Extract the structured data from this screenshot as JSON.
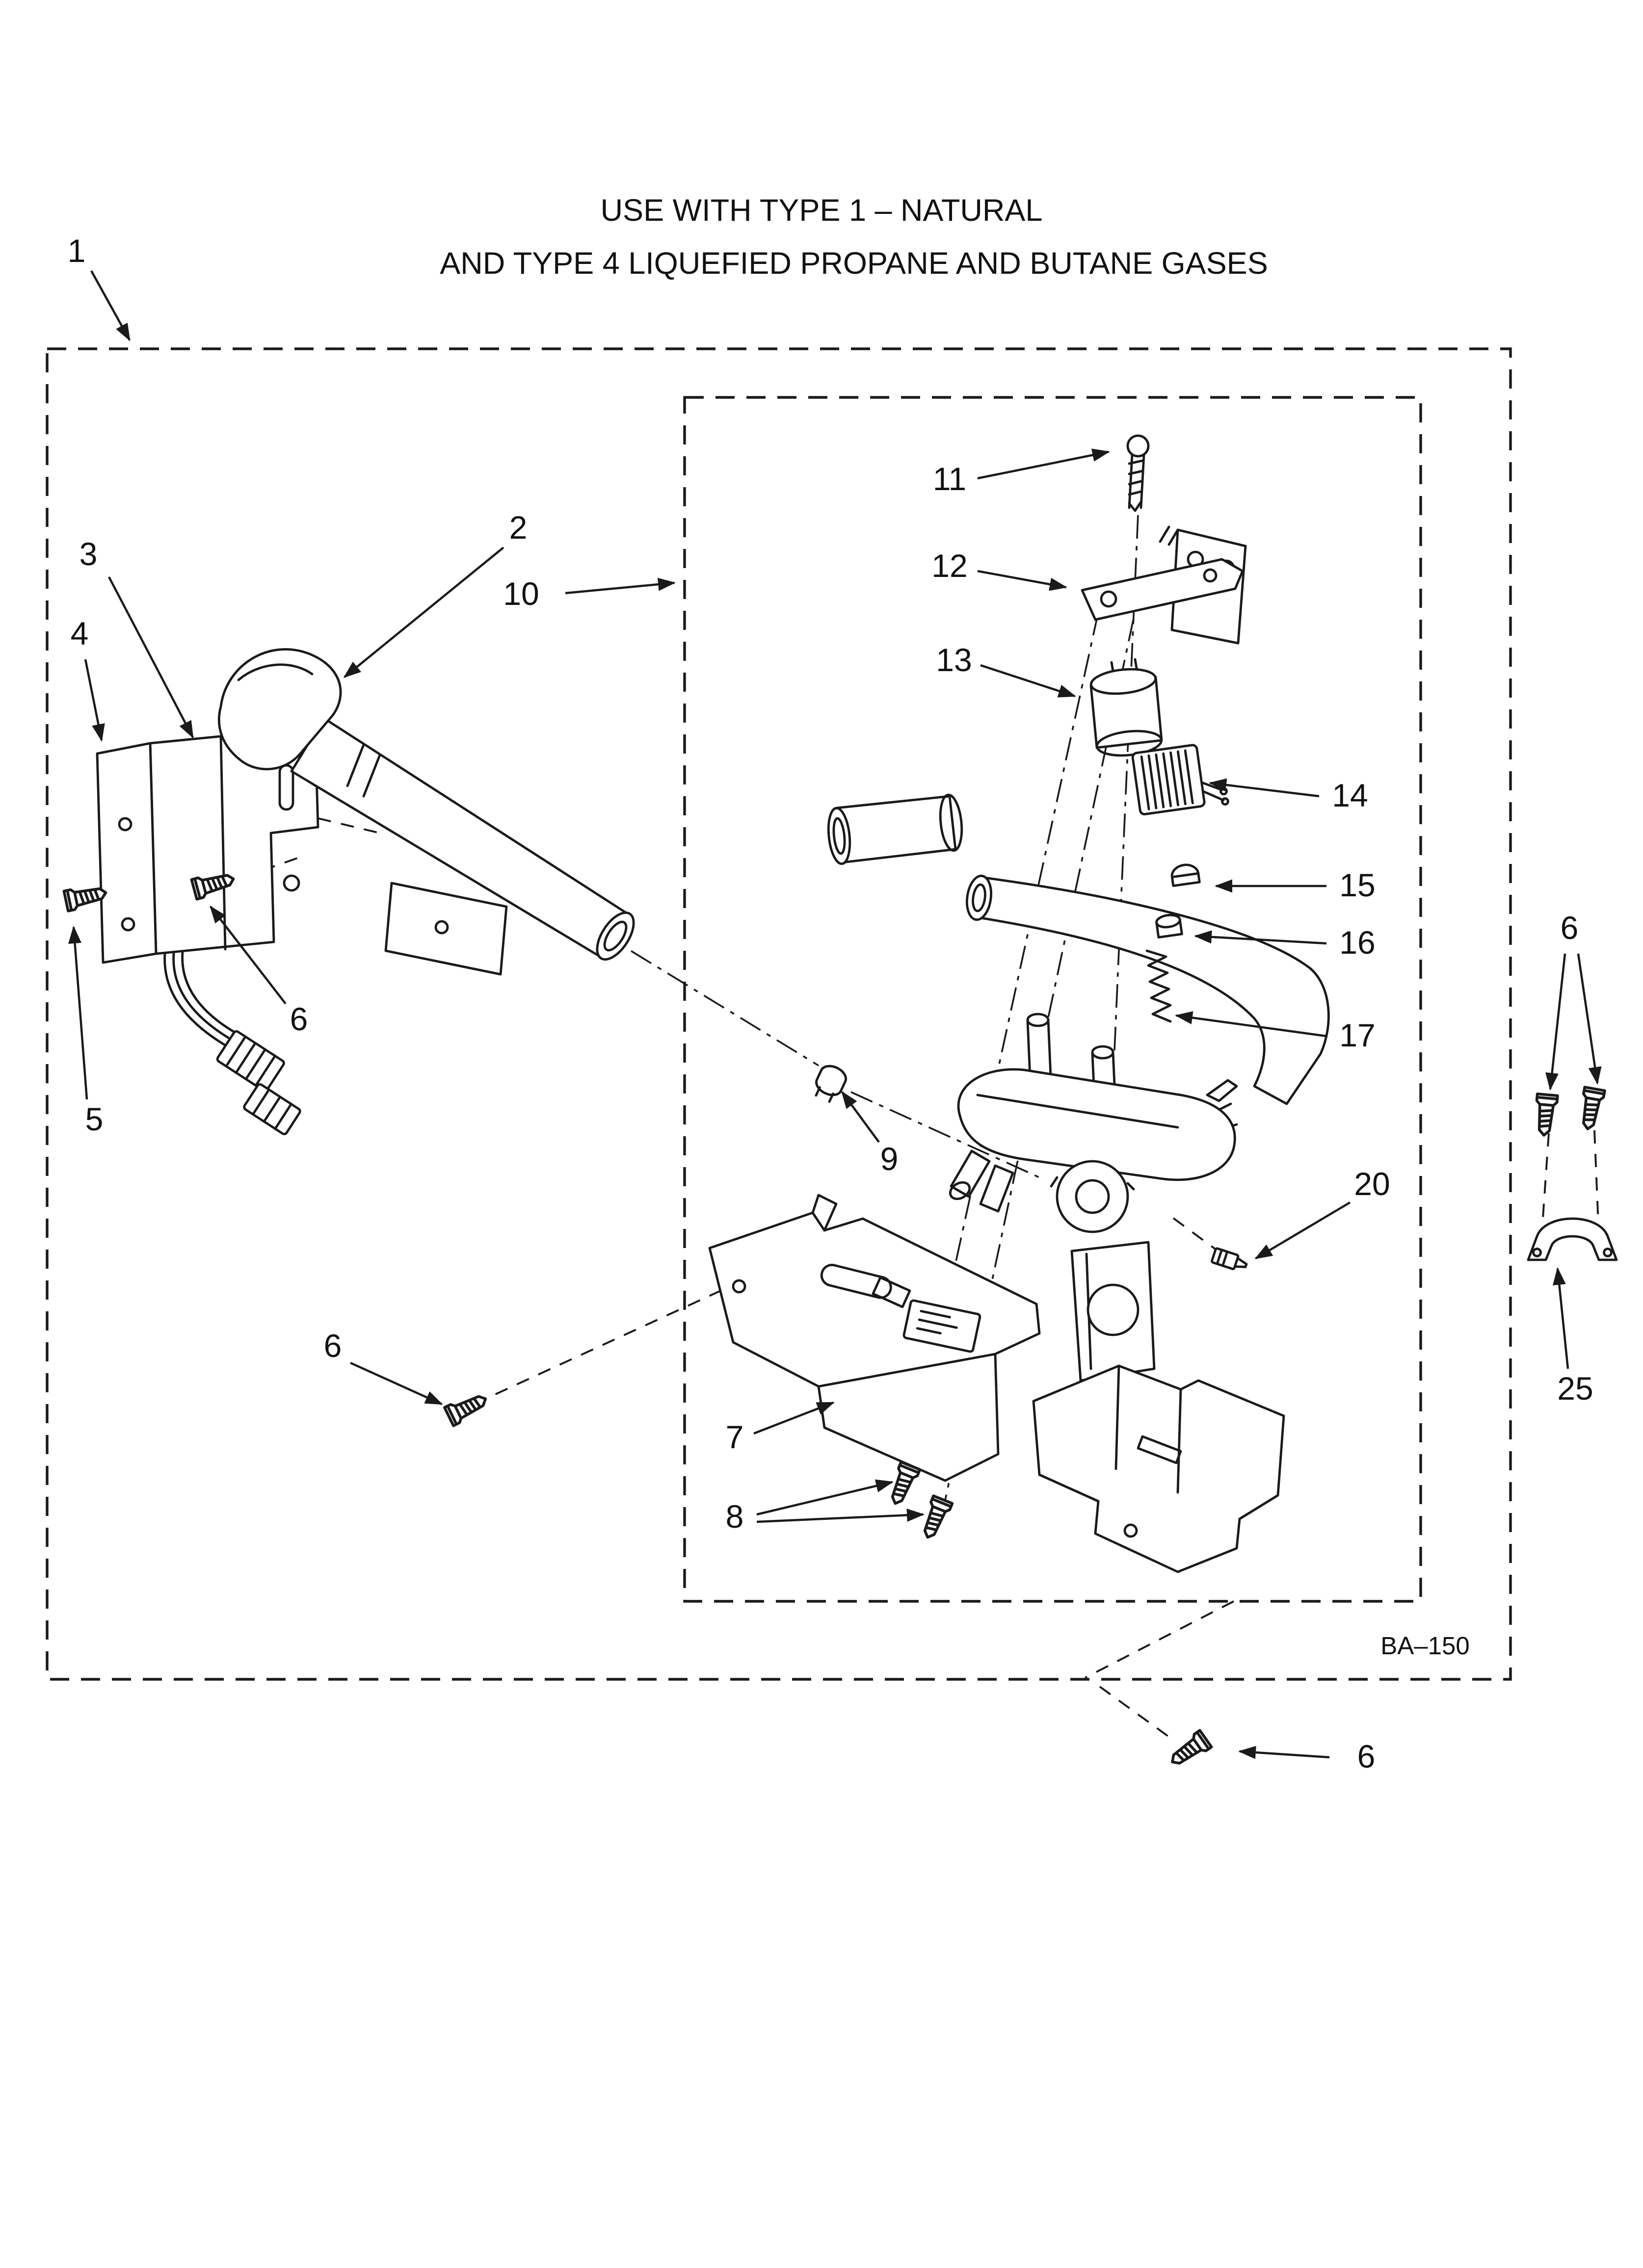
{
  "title": {
    "line1": "USE WITH TYPE 1 –  NATURAL",
    "line2": "AND TYPE 4   LIQUEFIED PROPANE AND BUTANE GASES"
  },
  "figure": {
    "code": "BA–150",
    "callouts": {
      "c1": "1",
      "c2": "2",
      "c3": "3",
      "c4": "4",
      "c5": "5",
      "c6": "6",
      "c7": "7",
      "c8": "8",
      "c9": "9",
      "c10": "10",
      "c11": "11",
      "c12": "12",
      "c13": "13",
      "c14": "14",
      "c15": "15",
      "c16": "16",
      "c17": "17",
      "c20": "20",
      "c25": "25"
    }
  },
  "colors": {
    "ink": "#1a1a1a",
    "background": "#ffffff"
  }
}
